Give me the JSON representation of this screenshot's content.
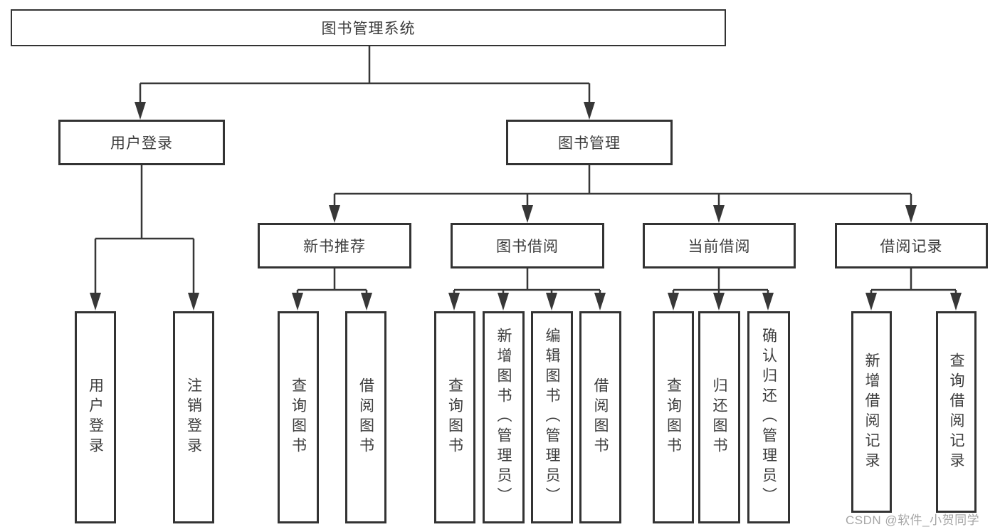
{
  "diagram": {
    "root": {
      "label": "图书管理系统"
    },
    "level2": [
      {
        "label": "用户登录"
      },
      {
        "label": "图书管理"
      }
    ],
    "level3": [
      {
        "label": "新书推荐"
      },
      {
        "label": "图书借阅"
      },
      {
        "label": "当前借阅"
      },
      {
        "label": "借阅记录"
      }
    ],
    "leaves": {
      "user_login": [
        "用户登录",
        "注销登录"
      ],
      "new_book": [
        "查询图书",
        "借阅图书"
      ],
      "book_borrow": [
        "查询图书",
        "新增图书（管理员）",
        "编辑图书（管理员）",
        "借阅图书"
      ],
      "current_borrow": [
        "查询图书",
        "归还图书",
        "确认归还（管理员）"
      ],
      "borrow_record": [
        "新增借阅记录",
        "查询借阅记录"
      ]
    }
  },
  "watermark": "CSDN @软件_小贺同学",
  "colors": {
    "line": "#373737",
    "border": "#333333",
    "text": "#3d3d3d",
    "watermark": "#a6a6a6",
    "background": "#ffffff"
  }
}
